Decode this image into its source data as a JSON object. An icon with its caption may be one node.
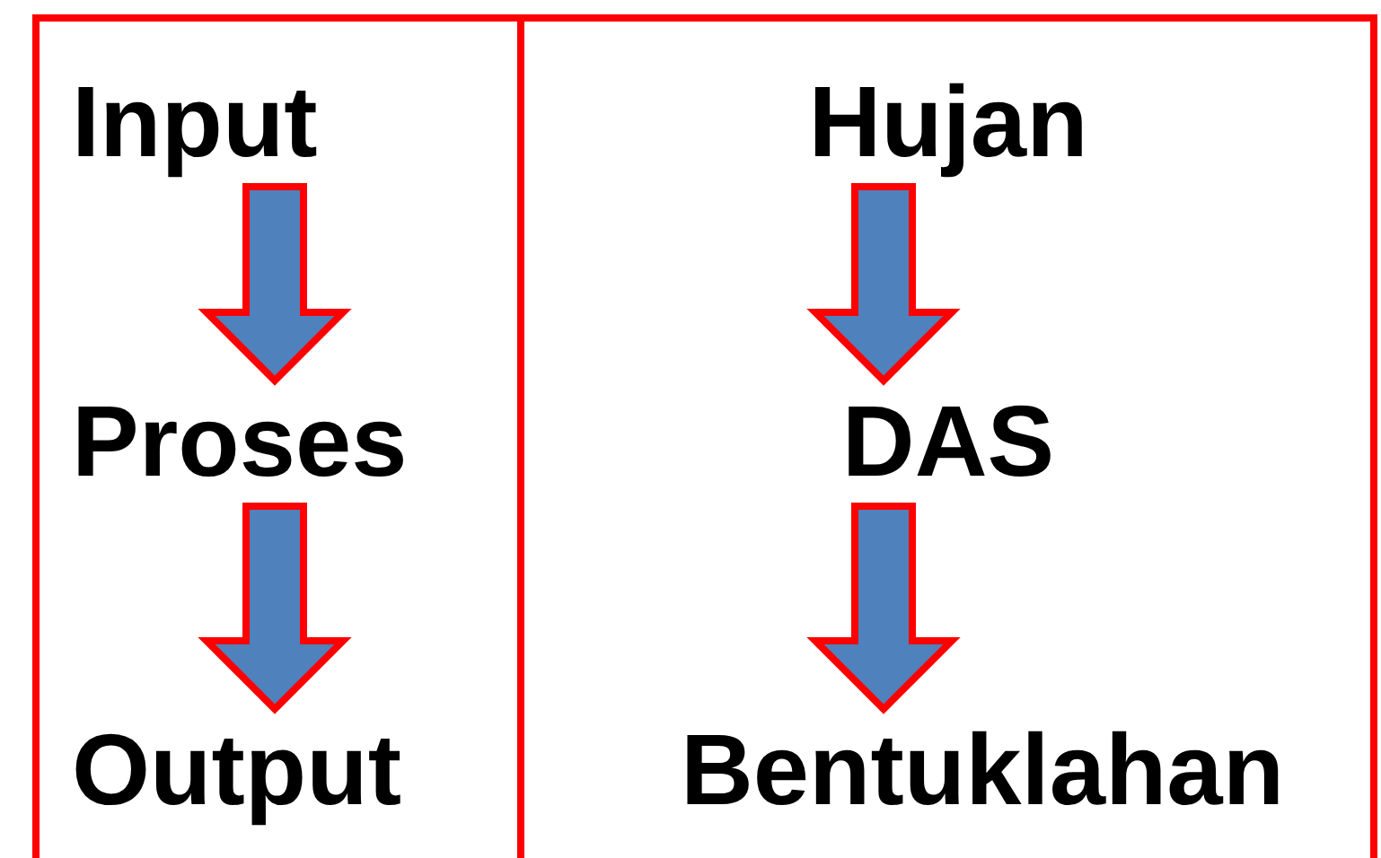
{
  "diagram": {
    "nodes": [
      {
        "text": [],
        "shape": "box"
      },
      {
        "text": [
          "Input"
        ],
        "in": 0
      },
      {
        "text": [
          "Proses"
        ],
        "in": 0
      },
      {
        "text": [
          "Output"
        ],
        "in": 0
      },
      {
        "text": [],
        "shape": "box"
      },
      {
        "text": [
          "Hujan"
        ],
        "in": 4
      },
      {
        "text": [
          "DAS"
        ],
        "in": 4
      },
      {
        "text": [
          "Bentuklahan"
        ],
        "in": 4
      }
    ],
    "edges": [
      {
        "from": 1,
        "to": 2,
        "arrow": "to"
      },
      {
        "from": 2,
        "to": 3,
        "arrow": "to"
      },
      {
        "from": 5,
        "to": 6,
        "arrow": "to"
      },
      {
        "from": 6,
        "to": 7,
        "arrow": "to"
      }
    ]
  }
}
